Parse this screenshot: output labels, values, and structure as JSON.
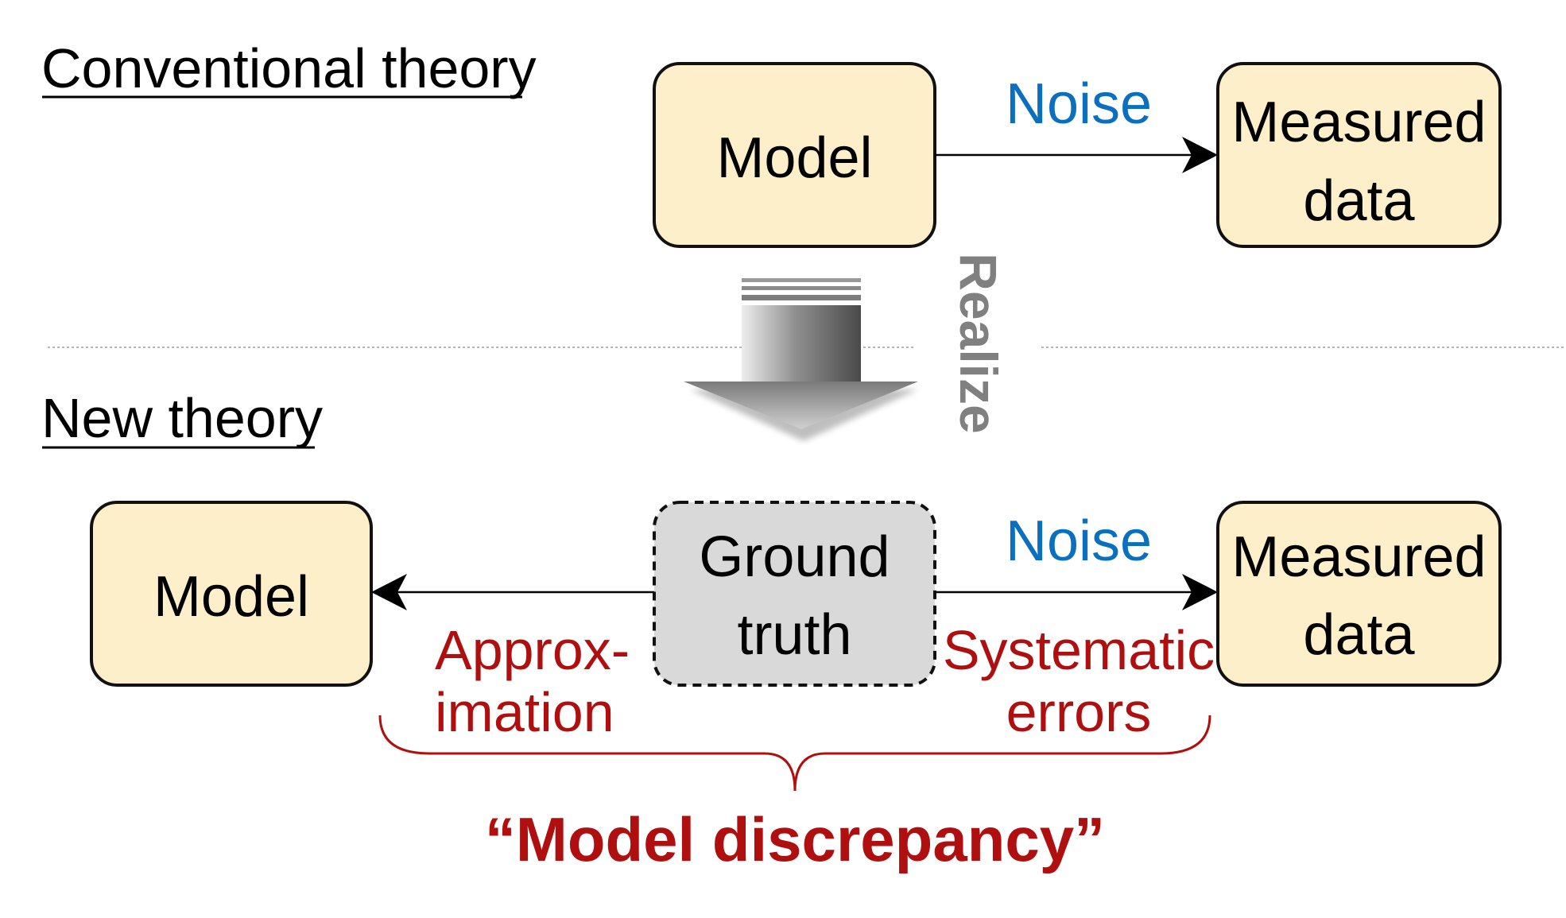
{
  "conventional": {
    "heading": "Conventional theory",
    "model_label": "Model",
    "noise_label": "Noise",
    "measured_line1": "Measured",
    "measured_line2": "data"
  },
  "transition": {
    "realize_label": "Realize"
  },
  "new_theory": {
    "heading": "New theory",
    "model_label": "Model",
    "ground_truth_line1": "Ground",
    "ground_truth_line2": "truth",
    "noise_label": "Noise",
    "measured_line1": "Measured",
    "measured_line2": "data",
    "approximation_line1": "Approx-",
    "approximation_line2": "imation",
    "systematic_line1": "Systematic",
    "systematic_line2": "errors",
    "discrepancy_label": "“Model discrepancy”"
  },
  "colors": {
    "box_fill": "#fcefc9",
    "ground_truth_fill": "#d9d9d9",
    "noise": "#0a6fbf",
    "discrepancy": "#b00f0f",
    "realize": "#808080"
  }
}
